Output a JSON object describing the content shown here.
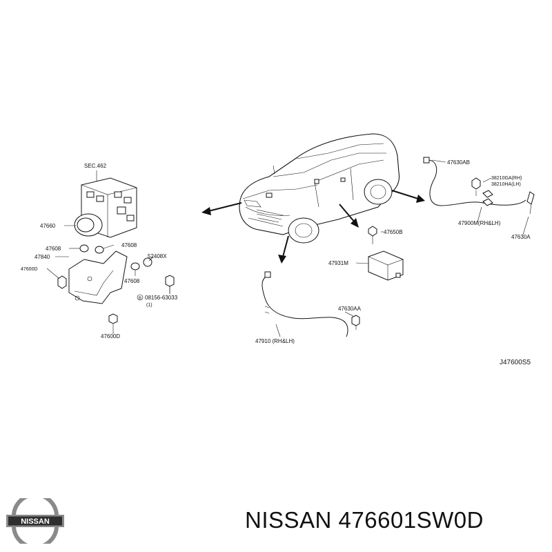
{
  "diagram": {
    "labels": {
      "sec462": "SEC.462",
      "p47660": "47660",
      "p47608a": "47608",
      "p47608b": "47608",
      "p47840": "47840",
      "p47600d": "47600D",
      "p52408x": "52408X",
      "p47608c": "47608",
      "p08156": "08156-63033",
      "p08156qty": "(1)",
      "p47600dd": "47600D",
      "p47630ab": "47630AB",
      "p38210ga": "38210GA(RH)",
      "p38210ha": "38210HA(LH)",
      "p47900m": "47900M(RH&LH)",
      "p47630a": "47630A",
      "p47650b": "47650B",
      "p47931m": "47931M",
      "p47630aa": "47630AA",
      "p47910": "47910 (RH&LH)",
      "code": "J47600S5"
    }
  },
  "footer": {
    "brand_logo_text": "NISSAN",
    "title": "NISSAN 476601SW0D"
  }
}
